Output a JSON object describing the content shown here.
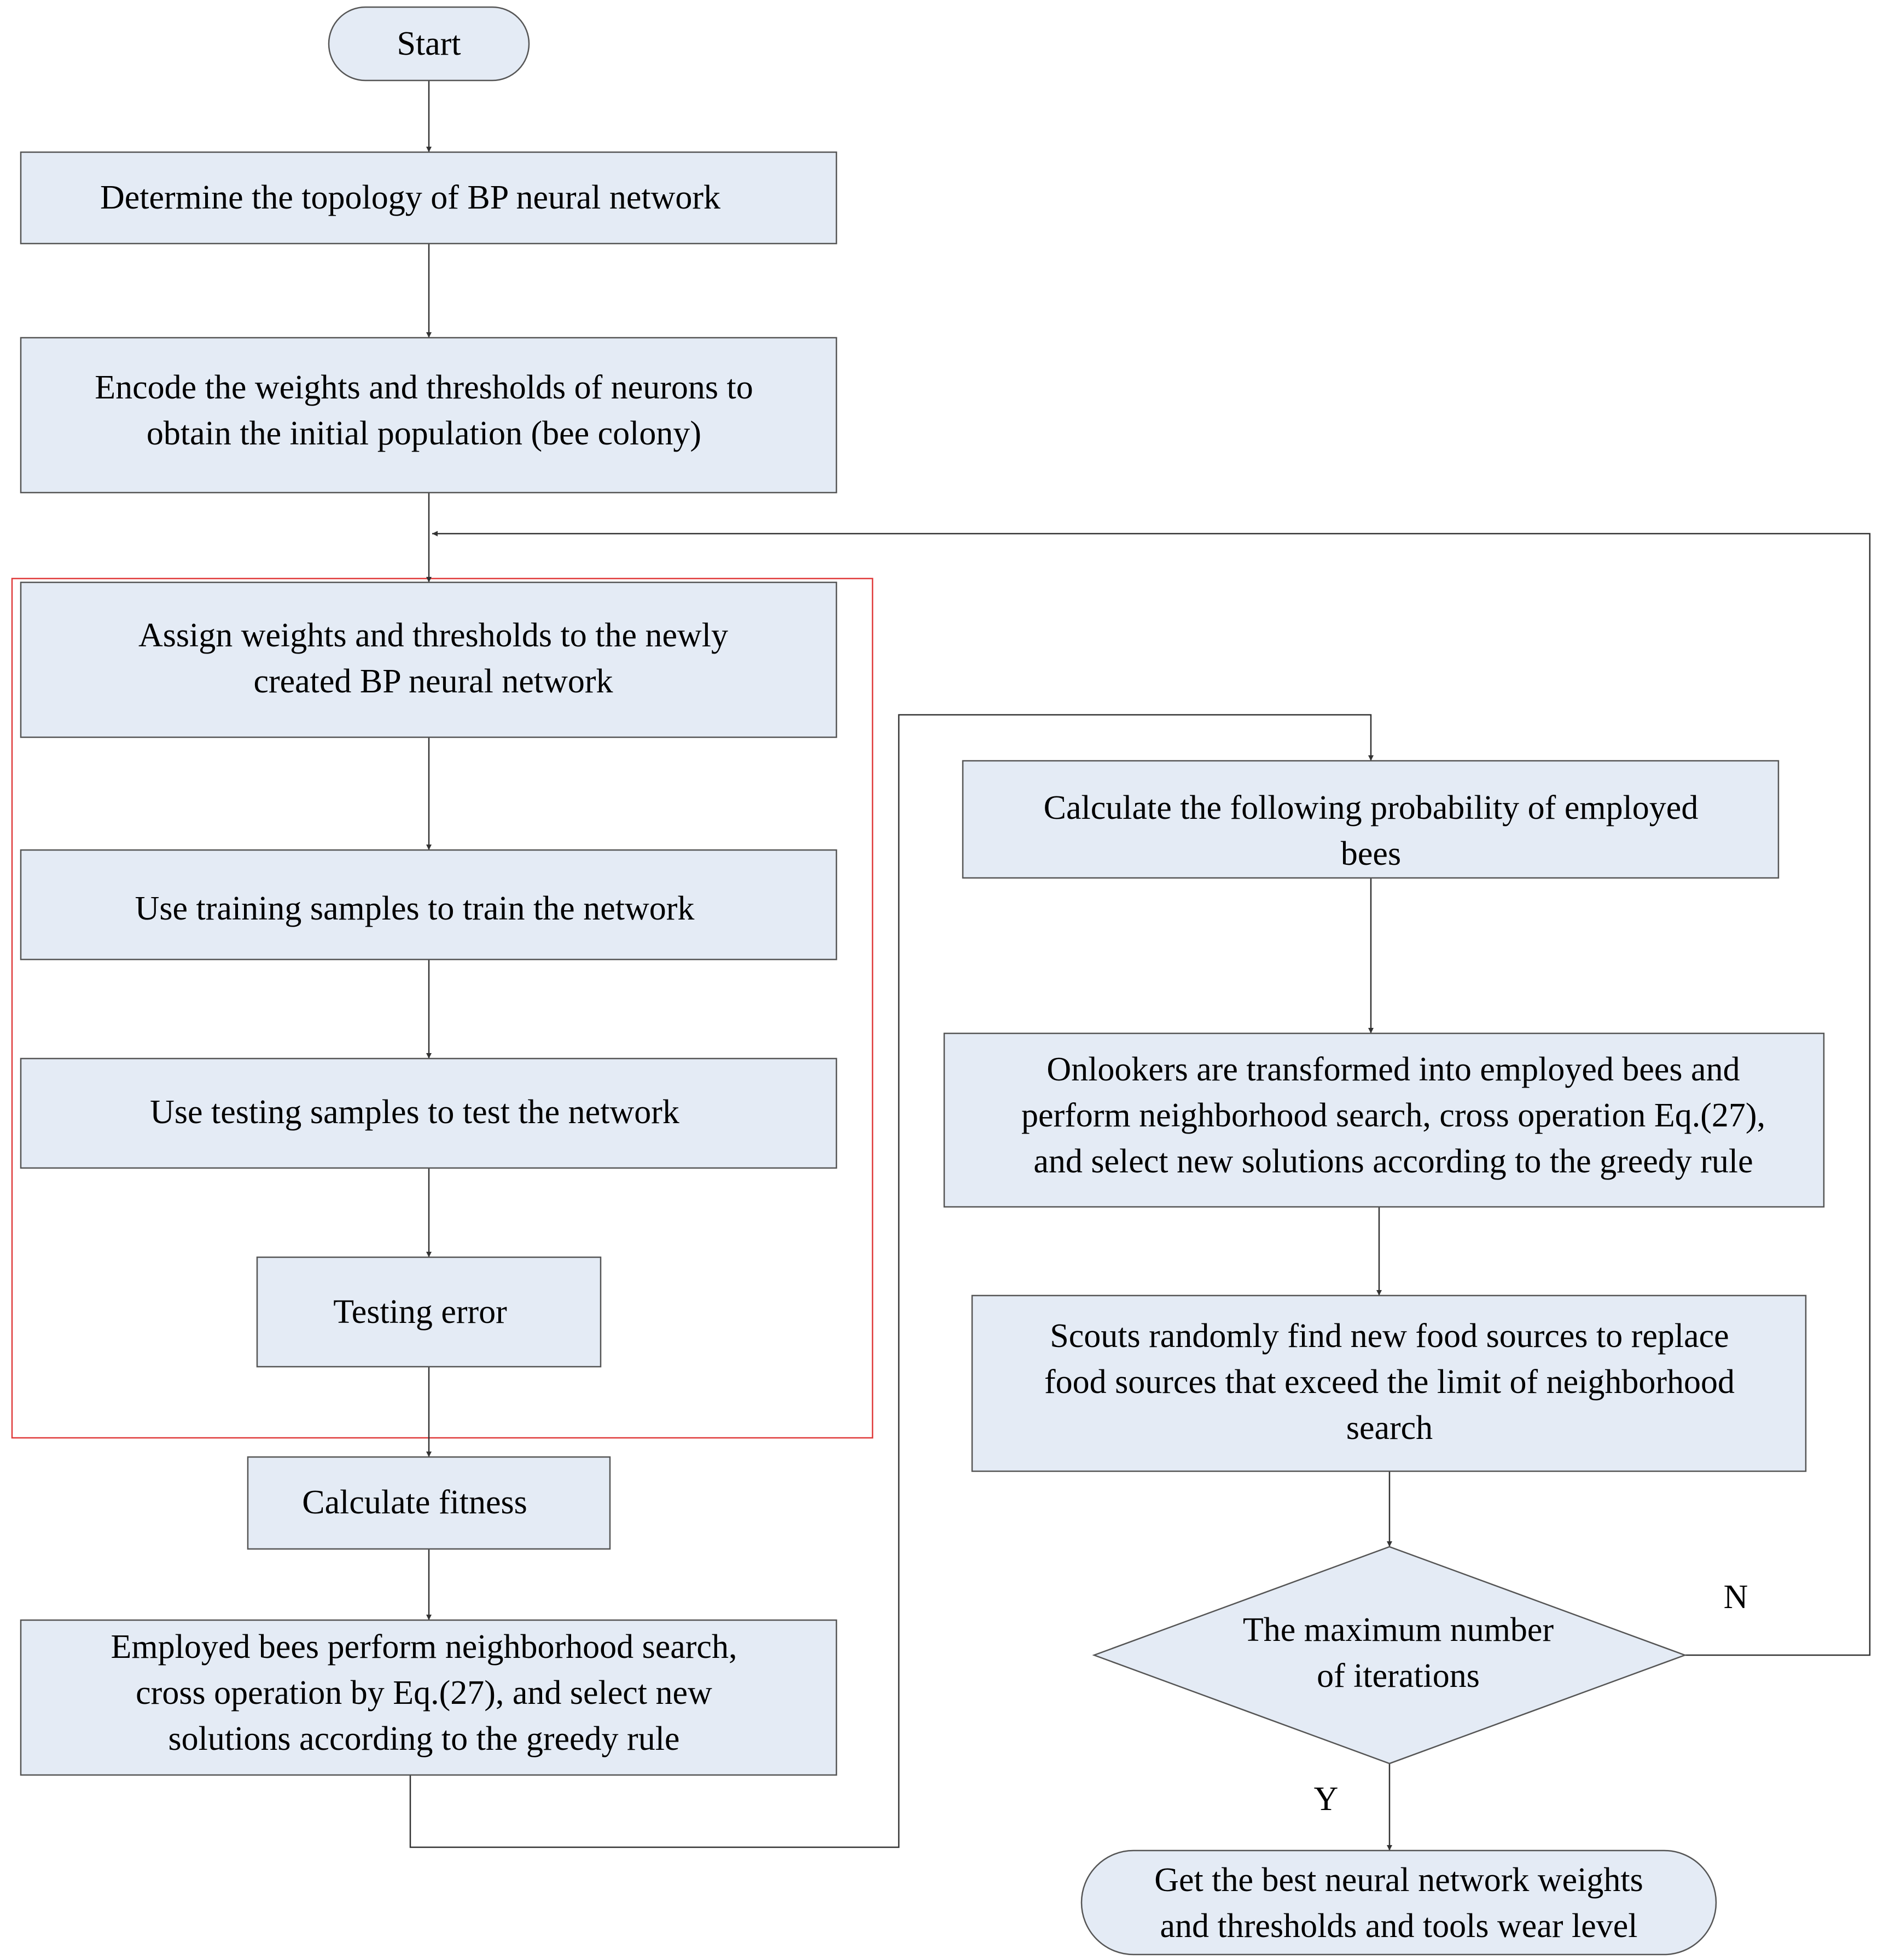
{
  "nodes": {
    "start": [
      "Start"
    ],
    "topology": [
      "Determine the topology of BP neural network"
    ],
    "encode": [
      "Encode the weights and thresholds of neurons to",
      "obtain the initial population (bee colony)"
    ],
    "assign": [
      "Assign weights and thresholds to the newly",
      "created BP neural network"
    ],
    "train": [
      "Use training samples to train the network"
    ],
    "test": [
      "Use testing samples to test the network"
    ],
    "error": [
      "Testing error"
    ],
    "fitness": [
      "Calculate fitness"
    ],
    "employed": [
      "Employed bees  perform neighborhood search,",
      "cross operation by Eq.(27), and select new",
      "solutions according to the greedy rule"
    ],
    "probability": [
      "Calculate the following probability of employed",
      "bees"
    ],
    "onlookers": [
      "Onlookers  are transformed into employed bees and",
      "perform neighborhood search, cross operation Eq.(27),",
      "and select new solutions according to the greedy rule"
    ],
    "scouts": [
      "Scouts randomly find new food sources to replace",
      "food sources that exceed the limit of neighborhood",
      "search"
    ],
    "decision": [
      "The maximum number",
      "of iterations"
    ],
    "end": [
      "Get the best neural network weights",
      "and thresholds and tools wear level"
    ]
  },
  "labels": {
    "no": "N",
    "yes": "Y"
  },
  "colors": {
    "box_fill": "#e4ebf5",
    "box_stroke": "#555555",
    "line": "#333333",
    "frame": "#e03a3a"
  }
}
